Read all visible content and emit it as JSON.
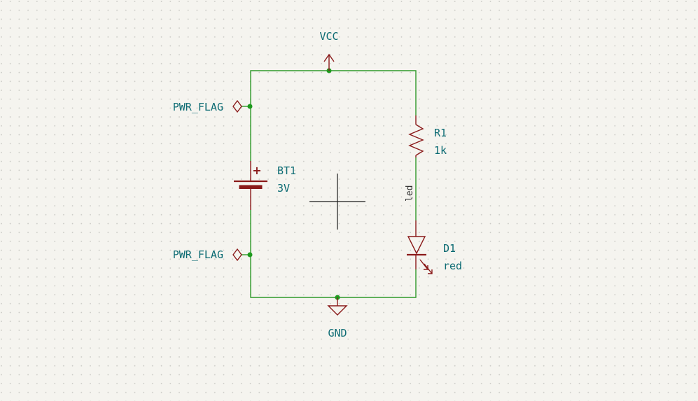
{
  "schematic": {
    "net_labels": {
      "vcc": "VCC",
      "gnd": "GND",
      "pwr_flag_top": "PWR_FLAG",
      "pwr_flag_bottom": "PWR_FLAG",
      "wire_led": "led"
    },
    "components": {
      "battery": {
        "ref": "BT1",
        "value": "3V",
        "plus": "+"
      },
      "resistor": {
        "ref": "R1",
        "value": "1k"
      },
      "led": {
        "ref": "D1",
        "value": "red"
      }
    },
    "colors": {
      "background": "#f5f4ef",
      "grid_dot": "#c9c9c4",
      "wire": "#2e9a2a",
      "symbol": "#8a1a1a",
      "label": "#0c6b73"
    }
  }
}
